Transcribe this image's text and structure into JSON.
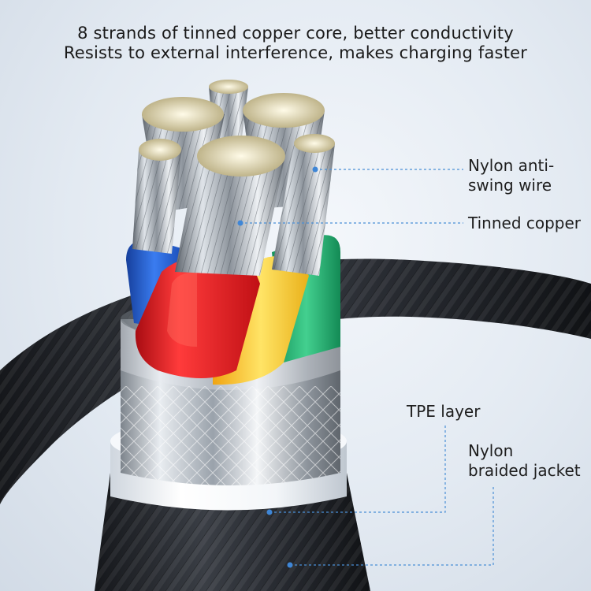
{
  "headline": {
    "line1": "8 strands of tinned copper core, better conductivity",
    "line2": "Resists to external interference, makes charging faster"
  },
  "callouts": {
    "nylon_wire": [
      "Nylon anti-",
      "swing wire"
    ],
    "tinned_copper": "Tinned copper",
    "tpe_layer": "TPE layer",
    "nylon_jacket": [
      "Nylon",
      "braided jacket"
    ]
  },
  "colors": {
    "leader_line": "#4a8fd6",
    "insulation_blue": "#1f5fd0",
    "insulation_red": "#e0161c",
    "insulation_yellow": "#f5c21a",
    "insulation_green": "#1faa6a",
    "jacket": "#22252b"
  }
}
